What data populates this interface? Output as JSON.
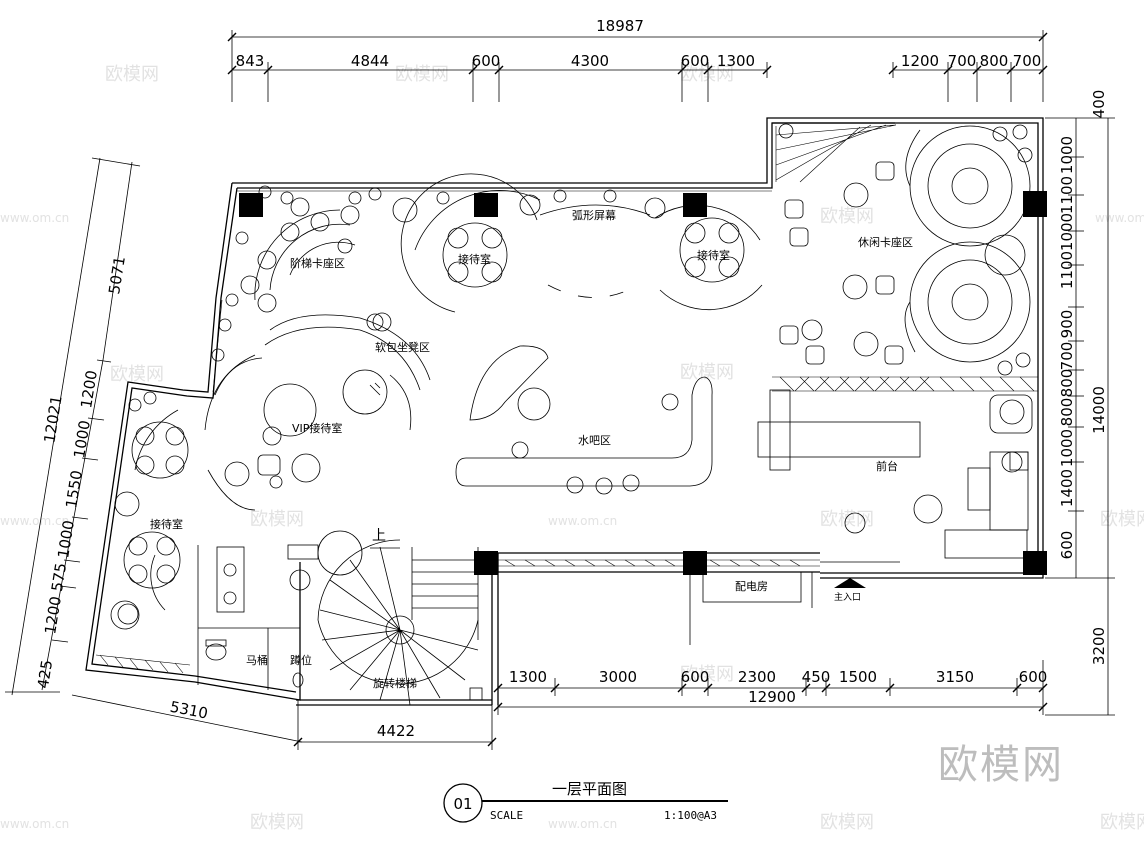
{
  "drawing": {
    "title": "一层平面图",
    "number": "01",
    "scale_label": "SCALE",
    "scale_value": "1:100@A3",
    "entrance_label": "主入口",
    "up_label": "上",
    "logo": "欧模网",
    "watermark_text": "欧模网",
    "watermark_url": "www.om.cn"
  },
  "dimensions": {
    "top_total": "18987",
    "top_segments": [
      "843",
      "4844",
      "600",
      "4300",
      "600",
      "1300",
      "1200",
      "700",
      "800",
      "700"
    ],
    "right_total": "14000",
    "right_segments": [
      "400",
      "1000",
      "1100",
      "1000",
      "1100",
      "900",
      "700",
      "800",
      "800",
      "1000",
      "1400",
      "600"
    ],
    "right_extra": "3200",
    "left_total": "12021",
    "left_upper": "5071",
    "left_segments": [
      "1200",
      "1000",
      "1550",
      "1000",
      "575",
      "1200",
      "425"
    ],
    "bottom_left_total": "5310",
    "bottom_stair": "4422",
    "bottom_right_total": "12900",
    "bottom_right_segments": [
      "1300",
      "3000",
      "600",
      "2300",
      "450",
      "1500",
      "3150",
      "600"
    ]
  },
  "rooms": {
    "arc_screen": "弧形屏幕",
    "reception_top_left": "接待室",
    "reception_top_right": "接待室",
    "stair_booth": "阶梯卡座区",
    "soft_seat": "软包坐凳区",
    "leisure_booth": "休闲卡座区",
    "vip_reception": "VIP接待室",
    "water_bar": "水吧区",
    "front_desk": "前台",
    "reception_left": "接待室",
    "toilet": "马桶",
    "squat": "蹲位",
    "spiral_stair": "旋转楼梯",
    "power_room": "配电房"
  }
}
